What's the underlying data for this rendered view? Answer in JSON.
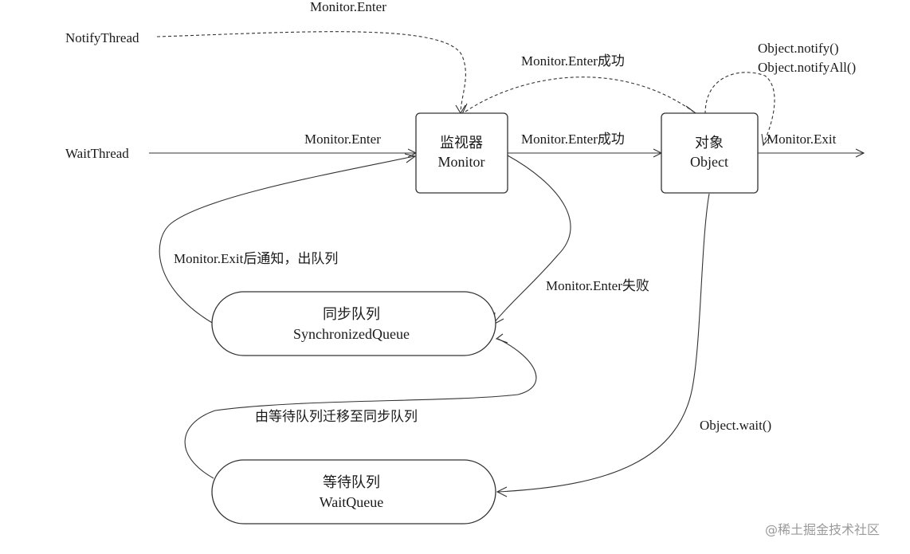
{
  "actors": {
    "notify_thread": "NotifyThread",
    "wait_thread": "WaitThread"
  },
  "nodes": {
    "monitor": {
      "line1": "监视器",
      "line2": "Monitor"
    },
    "object": {
      "line1": "对象",
      "line2": "Object"
    },
    "sync_queue": {
      "line1": "同步队列",
      "line2": "SynchronizedQueue"
    },
    "wait_queue": {
      "line1": "等待队列",
      "line2": "WaitQueue"
    }
  },
  "edges": {
    "notify_enter": "Monitor.Enter",
    "wait_enter": "Monitor.Enter",
    "enter_success_top": "Monitor.Enter成功",
    "enter_success_mid": "Monitor.Enter成功",
    "notify": "Object.notify()",
    "notify_all": "Object.notifyAll()",
    "exit": "Monitor.Exit",
    "exit_notify_dequeue": "Monitor.Exit后通知，出队列",
    "enter_fail": "Monitor.Enter失败",
    "wait_to_sync": "由等待队列迁移至同步队列",
    "object_wait": "Object.wait()"
  },
  "watermark": "@稀土掘金技术社区"
}
